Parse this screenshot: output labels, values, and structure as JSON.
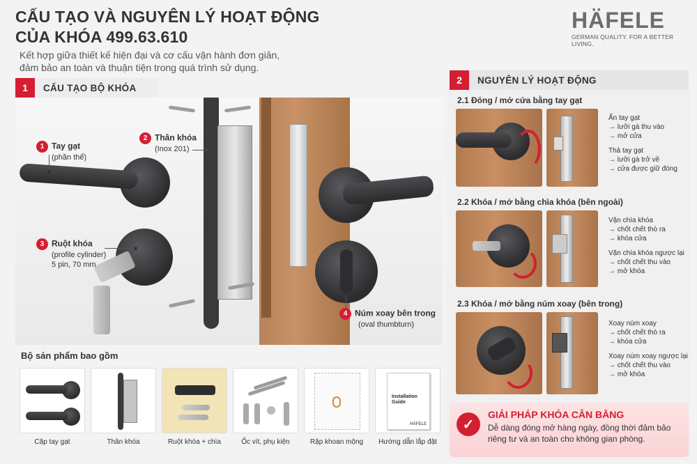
{
  "header": {
    "title_line1": "CẤU TẠO VÀ NGUYÊN LÝ HOẠT ĐỘNG",
    "title_line2": "CỦA KHÓA 499.63.610",
    "subtitle_line1": "Kết hợp giữa thiết kế hiện đại và cơ cấu vận hành đơn giản,",
    "subtitle_line2": "đảm bảo an toàn và thuận tiện trong quá trình sử dụng."
  },
  "logo": {
    "word": "HÄFELE",
    "tagline": "GERMAN QUALITY. FOR A BETTER LIVING."
  },
  "section1": {
    "num": "1",
    "label": "CẤU TẠO BỘ KHÓA",
    "callouts": [
      {
        "num": "1",
        "title": "Tay gạt",
        "lines": [
          "(phần thể)"
        ]
      },
      {
        "num": "2",
        "title": "Thân khóa",
        "lines": [
          "(Inox 201)"
        ]
      },
      {
        "num": "3",
        "title": "Ruột khóa",
        "lines": [
          "(profile cylinder)",
          "5 pin, 70 mm"
        ]
      },
      {
        "num": "4",
        "title": "Núm xoay bên trong",
        "lines": [
          "(oval thumbturn)"
        ]
      }
    ]
  },
  "contents": {
    "title": "Bộ sản phẩm bao gồm",
    "items": [
      {
        "label": "Cặp tay gạt"
      },
      {
        "label": "Thân khóa"
      },
      {
        "label": "Ruột khóa + chìa"
      },
      {
        "label": "Ốc vít, phụ kiện"
      },
      {
        "label": "Rập khoan mộng"
      },
      {
        "label": "Hướng dẫn lắp đặt",
        "guide_text": "Installation Guide",
        "brand": "HÄFELE"
      }
    ]
  },
  "section2": {
    "num": "2",
    "label": "NGUYÊN LÝ HOẠT ĐỘNG",
    "steps": [
      {
        "title": "2.1 Đóng / mở cửa bằng tay gạt",
        "desc1_title": "Ấn tay gạt",
        "desc1_lines": [
          "→ lưỡi gà thu vào",
          "→ mở cửa"
        ],
        "desc2_title": "Thả tay gạt",
        "desc2_lines": [
          "→ lưỡi gà trở về",
          "→ cửa được giữ đóng"
        ]
      },
      {
        "title": "2.2 Khóa / mở bằng chìa khóa (bên ngoài)",
        "desc1_title": "Vặn chìa khóa",
        "desc1_lines": [
          "→ chốt chết thò ra",
          "→ khóa cửa"
        ],
        "desc2_title": "Vặn chìa khóa ngược lại",
        "desc2_lines": [
          "→ chốt chết thu vào",
          "→ mở khóa"
        ]
      },
      {
        "title": "2.3 Khóa / mở bằng núm xoay (bên trong)",
        "desc1_title": "Xoay núm xoay",
        "desc1_lines": [
          "→ chốt chết thò ra",
          "→ khóa cửa"
        ],
        "desc2_title": "Xoay núm xoay ngược lại",
        "desc2_lines": [
          "→ chốt chết thu vào",
          "→ mở khóa"
        ]
      }
    ]
  },
  "solution": {
    "title": "GIẢI PHÁP KHÓA CÂN BẰNG",
    "text": "Dễ dàng đóng mở hàng ngày, đồng thời đảm bảo riêng tư và an toàn cho không gian phòng."
  },
  "colors": {
    "accent": "#d41f32",
    "background": "#f3f3f3"
  }
}
